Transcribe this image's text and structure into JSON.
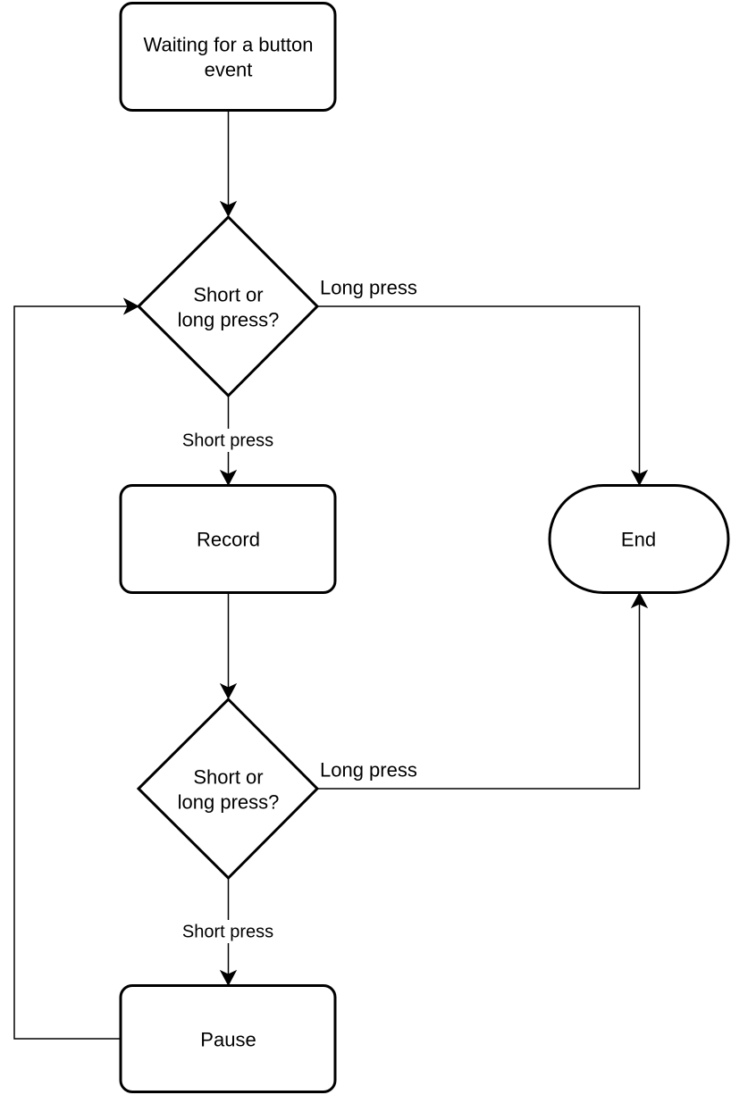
{
  "diagram": {
    "nodes": {
      "waiting": {
        "line1": "Waiting for a button",
        "line2": "event"
      },
      "decision_1": {
        "line1": "Short or",
        "line2": "long press?"
      },
      "record": {
        "label": "Record"
      },
      "decision_2": {
        "line1": "Short or",
        "line2": "long press?"
      },
      "pause": {
        "label": "Pause"
      },
      "end": {
        "label": "End"
      }
    },
    "edges": {
      "decision_1_long": "Long press",
      "decision_1_short": "Short press",
      "decision_2_long": "Long press",
      "decision_2_short": "Short press"
    },
    "colors": {
      "stroke": "#000000",
      "fill": "#ffffff",
      "background": "#ffffff"
    }
  }
}
